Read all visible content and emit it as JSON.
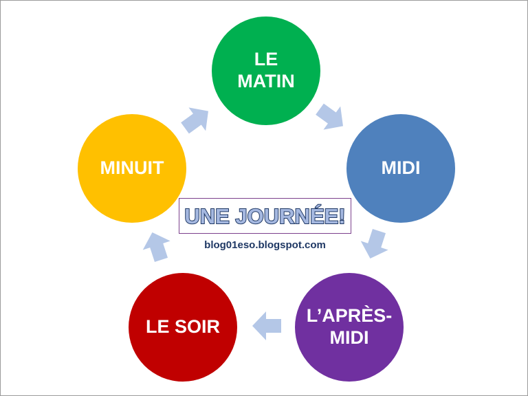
{
  "title": "UNE JOURNÉE!",
  "url": "blog01eso.blogspot.com",
  "nodes": [
    {
      "id": "matin",
      "label": "LE\nMATIN",
      "color": "#00b050"
    },
    {
      "id": "midi",
      "label": "MIDI",
      "color": "#4f81bd"
    },
    {
      "id": "apres-midi",
      "label": "L’APRÈS-\nMIDI",
      "color": "#7030a0"
    },
    {
      "id": "soir",
      "label": "LE SOIR",
      "color": "#c00000"
    },
    {
      "id": "minuit",
      "label": "MINUIT",
      "color": "#ffc000"
    }
  ],
  "colors": {
    "arrow": "#b4c7e7",
    "title_text": "#a5b8e0",
    "title_outline": "#1f3864",
    "title_border": "#7b3f8c",
    "url_text": "#1f3864"
  },
  "icons": [
    "arrow-right-icon"
  ]
}
